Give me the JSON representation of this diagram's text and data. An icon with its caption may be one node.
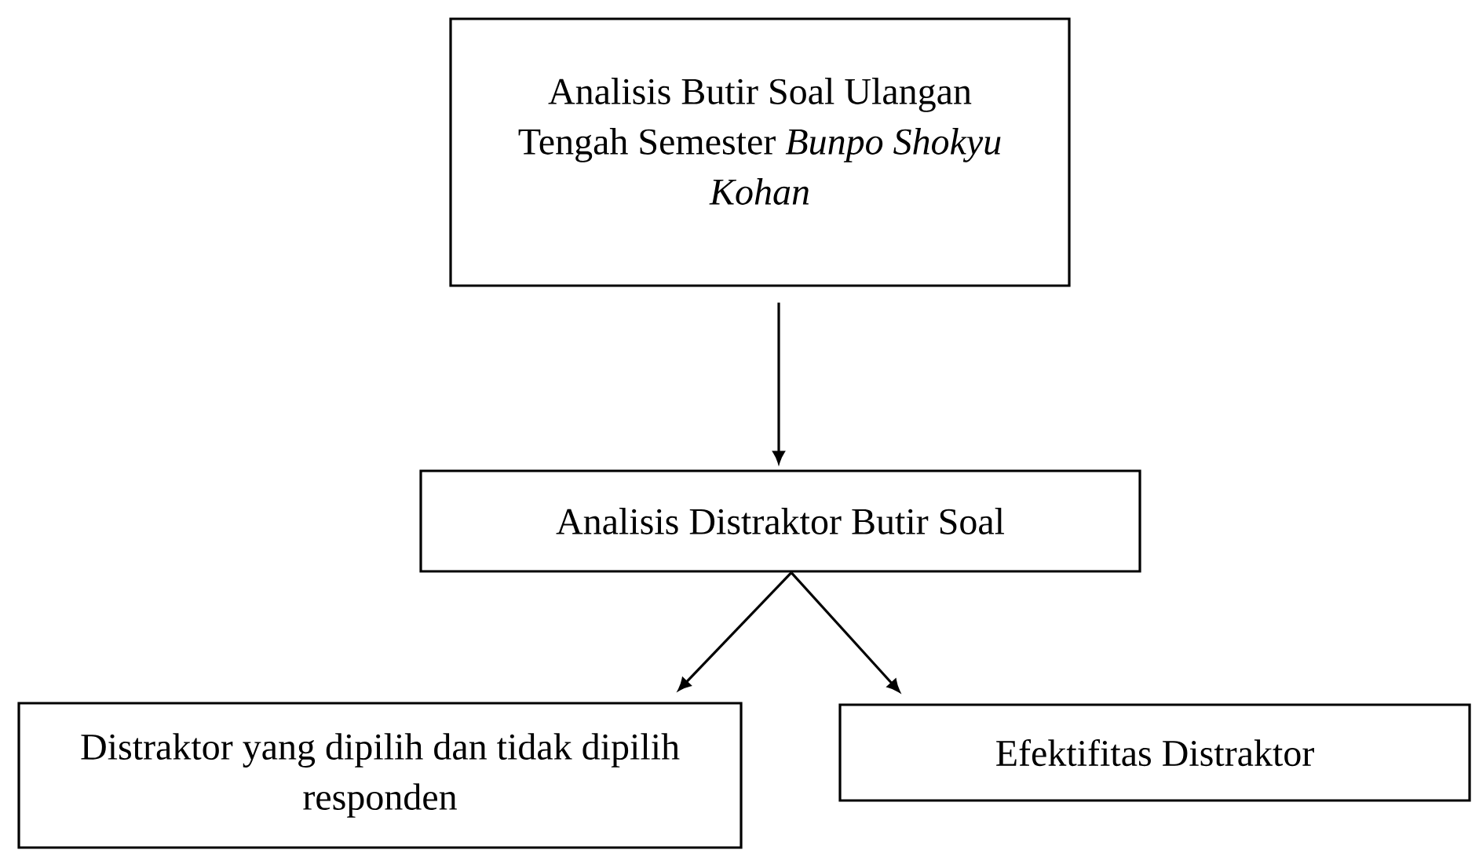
{
  "diagram": {
    "nodes": [
      {
        "text": [
          "Analisis Butir Soal Ulangan Tengah Semester *Bunpo Shokyu Kohan*"
        ]
      },
      {
        "text": [
          "Analisis Distraktor Butir Soal"
        ]
      },
      {
        "text": [
          "Distraktor yang dipilih dan tidak dipilih responden"
        ]
      },
      {
        "text": [
          "Efektifitas Distraktor"
        ]
      }
    ],
    "edges": [
      {
        "from": 0,
        "to": 1,
        "arrow": "to"
      },
      {
        "from": 1,
        "to": 2,
        "arrow": "to"
      },
      {
        "from": 1,
        "to": 3,
        "arrow": "to"
      }
    ]
  }
}
